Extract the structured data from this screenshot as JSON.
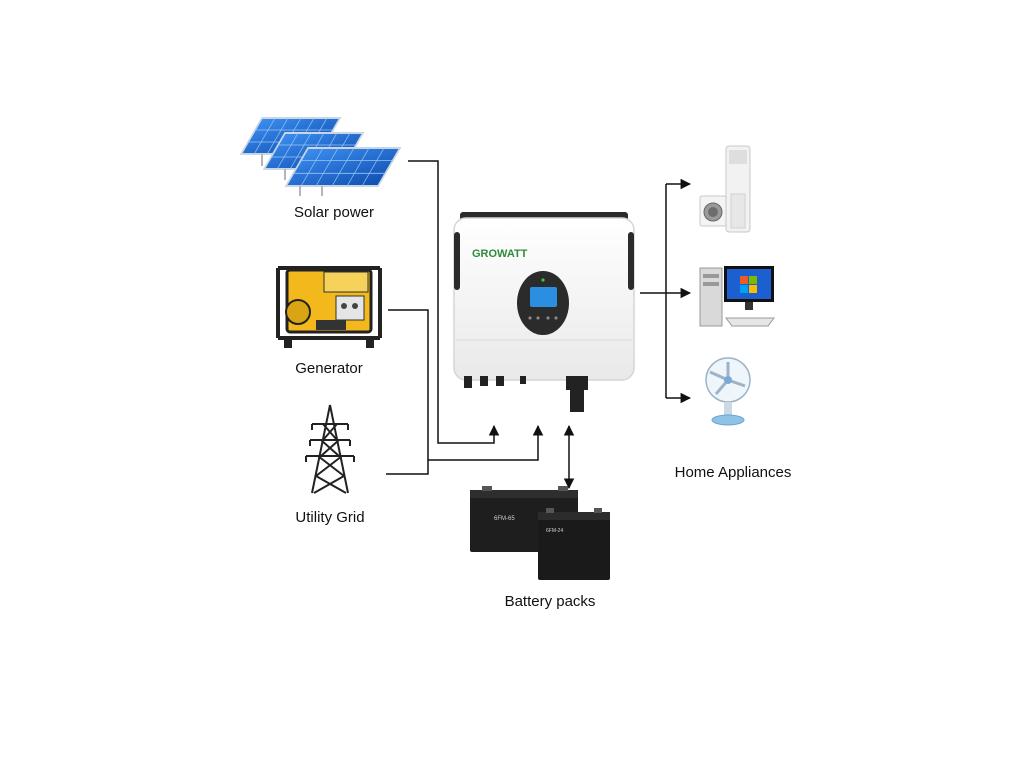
{
  "title": "",
  "inverter": {
    "brand": "GROWATT",
    "screen_color": "#2a8fe0"
  },
  "sources": {
    "solar": {
      "label": "Solar power",
      "icon": "solar-panel-icon"
    },
    "generator": {
      "label": "Generator",
      "icon": "generator-icon"
    },
    "grid": {
      "label": "Utility Grid",
      "icon": "transmission-tower-icon"
    }
  },
  "storage": {
    "label": "Battery packs",
    "icon": "battery-icon",
    "battery_1_text": "6FM-65",
    "battery_2_text": "6FM-24"
  },
  "loads": {
    "label": "Home Appliances",
    "items": [
      {
        "icon": "air-conditioner-washer-icon"
      },
      {
        "icon": "desktop-computer-icon"
      },
      {
        "icon": "electric-fan-icon"
      }
    ]
  },
  "colors": {
    "line": "#111111",
    "inverter_body": "#f4f4f4",
    "brand_green": "#2e8b3a",
    "panel_blue": "#1f6fd1",
    "generator_yellow": "#f2b81c",
    "battery": "#1e1e1e"
  }
}
